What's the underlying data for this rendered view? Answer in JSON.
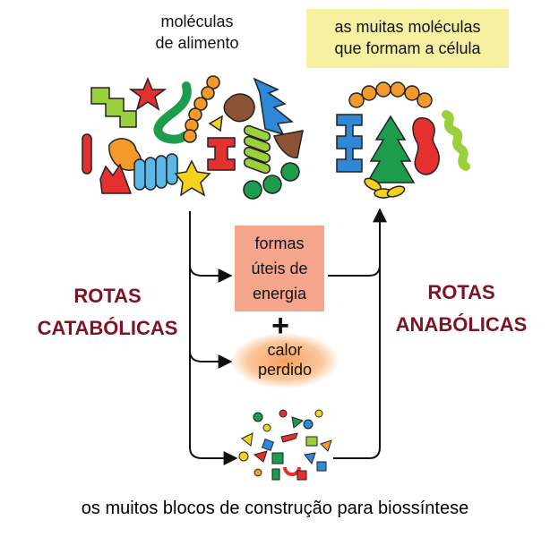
{
  "food_molecules_label": [
    "moléculas",
    "de alimento"
  ],
  "cell_molecules_label": [
    "as muitas moléculas",
    "que formam a célula"
  ],
  "energy_label": [
    "formas",
    "úteis de",
    "energia"
  ],
  "plus_sign": "+",
  "heat_label": [
    "calor",
    "perdido"
  ],
  "catabolic_label": [
    "ROTAS",
    "CATABÓLICAS"
  ],
  "anabolic_label": [
    "ROTAS",
    "ANABÓLICAS"
  ],
  "building_blocks_label": "os muitos blocos de construção para biossíntese",
  "colors": {
    "pathway_text": "#7f1224",
    "cell_highlight": "#f6f0a0",
    "energy_box": "#f4a58c",
    "heat_glow": "#f7a060",
    "shape_red": "#e53030",
    "shape_green": "#1c9c4c",
    "shape_orange": "#f39a2a",
    "shape_blue": "#2e88d6",
    "shape_yellow": "#f5d21c",
    "shape_lime": "#9ccf3c",
    "shape_brown": "#8c5434"
  }
}
